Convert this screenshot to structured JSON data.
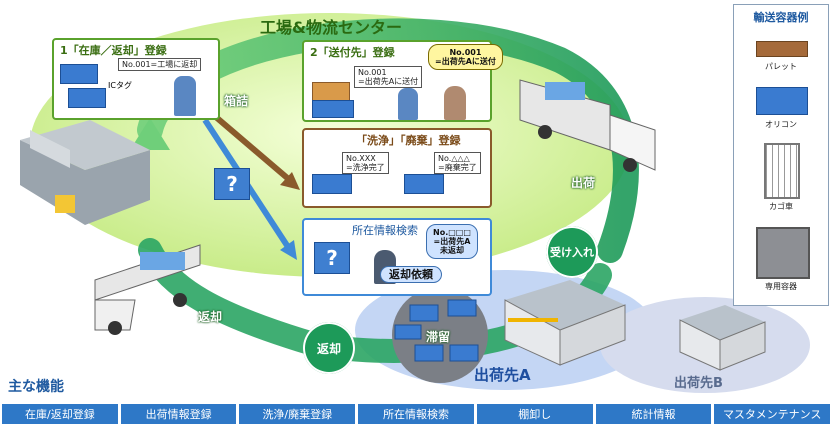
{
  "title": "工場&物流センター",
  "panels": {
    "p1": {
      "title": "1「在庫／返却」登録",
      "tag": "No.001=工場に返却",
      "ic": "ICタグ"
    },
    "p2": {
      "title": "2「送付先」登録",
      "tag": "No.001\n=出荷先Aに送付",
      "bubble": "No.001\n=出荷先Aに送付"
    },
    "p3": {
      "title": "「洗浄」「廃棄」登録",
      "tag1": "No.XXX\n=洗浄完了",
      "tag2": "No.△△△\n=廃棄完了"
    },
    "p4": {
      "title": "所在情報検索",
      "bubble": "No.□□□\n=出荷先A\n未返却",
      "request": "返却依頼"
    }
  },
  "flow": {
    "hakozume": "箱詰",
    "shukka": "出荷",
    "ukeire": "受け入れ",
    "henkyaku_truck": "返却",
    "henkyaku_circle": "返却",
    "taiju": "滞留",
    "question": "?"
  },
  "destinations": {
    "a": "出荷先A",
    "b": "出荷先B"
  },
  "legend": {
    "title": "輸送容器例",
    "items": [
      {
        "label": "パレット",
        "icon": "pallet-icon"
      },
      {
        "label": "オリコン",
        "icon": "container-icon"
      },
      {
        "label": "カゴ車",
        "icon": "cage-cart-icon"
      },
      {
        "label": "専用容器",
        "icon": "special-container-icon"
      }
    ]
  },
  "features_title": "主な機能",
  "features": [
    "在庫/返却登録",
    "出荷情報登録",
    "洗浄/廃棄登録",
    "所在情報検索",
    "棚卸し",
    "統計情報",
    "マスタメンテナンス"
  ],
  "colors": {
    "green": "#5aa22c",
    "teal": "#1d9a59",
    "blue": "#2e78c7",
    "brown": "#8a5a2b"
  }
}
